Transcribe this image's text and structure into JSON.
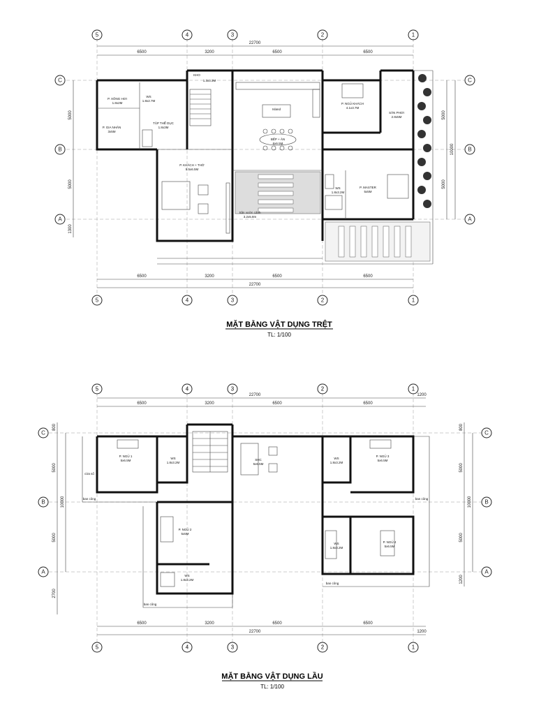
{
  "ground_floor": {
    "title": "MẶT BẰNG VẬT DỤNG TRỆT",
    "scale": "TL: 1/100",
    "top_axes": [
      "5",
      "4",
      "3",
      "2",
      "1"
    ],
    "bottom_axes": [
      "5",
      "4",
      "3",
      "2",
      "1"
    ],
    "row_axes_left": [
      "C",
      "B",
      "A"
    ],
    "row_axes_right": [
      "C",
      "B",
      "A"
    ],
    "total_dim": "22700",
    "span_dims": [
      "6500",
      "3200",
      "6500",
      "6500"
    ],
    "left_dims": [
      "5000",
      "5000",
      "1300"
    ],
    "right_dims": [
      "5000",
      "10000",
      "5000"
    ],
    "rooms": {
      "kho": "KHO",
      "kho_size": "1.3x3.3M",
      "xong_hoi": "P. XÔNG HƠI",
      "xong_hoi_size": "1.8x2M",
      "ws1": "WS",
      "ws1_size": "1.8x2.7M",
      "gia_nhan": "P. GIA NHÂN",
      "gia_nhan_size": "3x5M",
      "tap_the_duc": "TẬP THỂ DỤC",
      "tap_the_duc_size": "1.8x3M",
      "khach_tho": "P. KHÁCH + THỜ",
      "khach_tho_size": "5.5x6.5M",
      "bep_an": "BẾP + ĂN",
      "bep_an_size": "6x6.5M",
      "island": "Island",
      "ngu_khach": "P. NGỦ KHÁCH",
      "ngu_khach_size": "4.1x3.7M",
      "san_phoi": "SÂN PHƠI",
      "san_phoi_size": "2.8x5M",
      "master": "P. MASTER",
      "master_size": "5x5M",
      "ws2": "WS",
      "ws2_size": "1.8x3.2M",
      "san_vuon": "Sân vườn cảnh",
      "san_vuon_size": "3.2x5.8m"
    }
  },
  "upper_floor": {
    "title": "MẶT BẰNG VẬT DỤNG LẦU",
    "scale": "TL: 1/100",
    "top_axes": [
      "5",
      "4",
      "3",
      "2",
      "1"
    ],
    "bottom_axes": [
      "5",
      "4",
      "3",
      "2",
      "1"
    ],
    "row_axes_left": [
      "C",
      "B",
      "A"
    ],
    "row_axes_right": [
      "C",
      "B",
      "A"
    ],
    "total_dim": "22700",
    "span_dims": [
      "6500",
      "3200",
      "6500",
      "6500",
      "1200"
    ],
    "left_dims": [
      "800",
      "5000",
      "10000",
      "5000",
      "2700"
    ],
    "right_dims": [
      "800",
      "5000",
      "10000",
      "5000",
      "1200"
    ],
    "rooms": {
      "ngu1": "P. NGỦ 1",
      "ngu1_size": "5x6.5M",
      "ws_a": "WS",
      "ws_a_size": "1.8x3.2M",
      "shc": "SHC",
      "shc_size": "5x6.5M",
      "ws_b": "WS",
      "ws_b_size": "1.8x3.2M",
      "ngu3": "P. NGỦ 3",
      "ngu3_size": "5x6.5M",
      "ngu2": "P. NGỦ 2",
      "ngu2_size": "5x5M",
      "ws_c": "WS",
      "ws_c_size": "1.8x3.2M",
      "ngu4": "P. NGỦ 4",
      "ngu4_size": "5x6.5M",
      "ws_d": "WS",
      "ws_d_size": "1.8x3.2M",
      "ban_cong_1": "ban công",
      "ban_cong_2": "ban công",
      "ban_cong_3": "ban công",
      "ban_cong_4": "ban công",
      "cua_so": "cửa sổ"
    }
  }
}
